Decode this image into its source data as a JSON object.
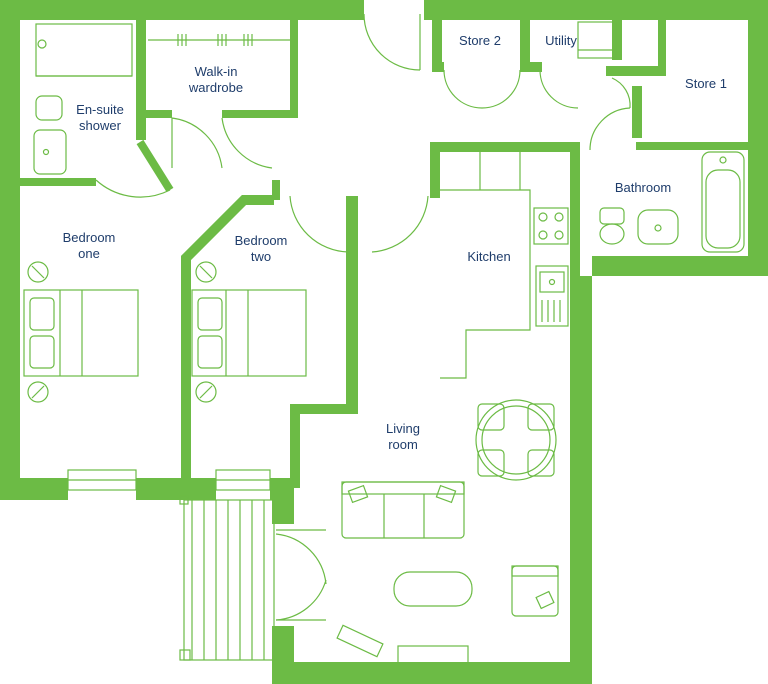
{
  "colors": {
    "wall": "#6cbb45",
    "line": "#6cbb45",
    "label": "#1f3d6b",
    "background": "#ffffff"
  },
  "rooms": {
    "ensuite": {
      "line1": "En-suite",
      "line2": "shower"
    },
    "walkin": {
      "line1": "Walk-in",
      "line2": "wardrobe"
    },
    "store2": {
      "line1": "Store 2"
    },
    "utility": {
      "line1": "Utility"
    },
    "store1": {
      "line1": "Store 1"
    },
    "bathroom": {
      "line1": "Bathroom"
    },
    "bedroom_one": {
      "line1": "Bedroom",
      "line2": "one"
    },
    "bedroom_two": {
      "line1": "Bedroom",
      "line2": "two"
    },
    "kitchen": {
      "line1": "Kitchen"
    },
    "living": {
      "line1": "Living",
      "line2": "room"
    }
  }
}
